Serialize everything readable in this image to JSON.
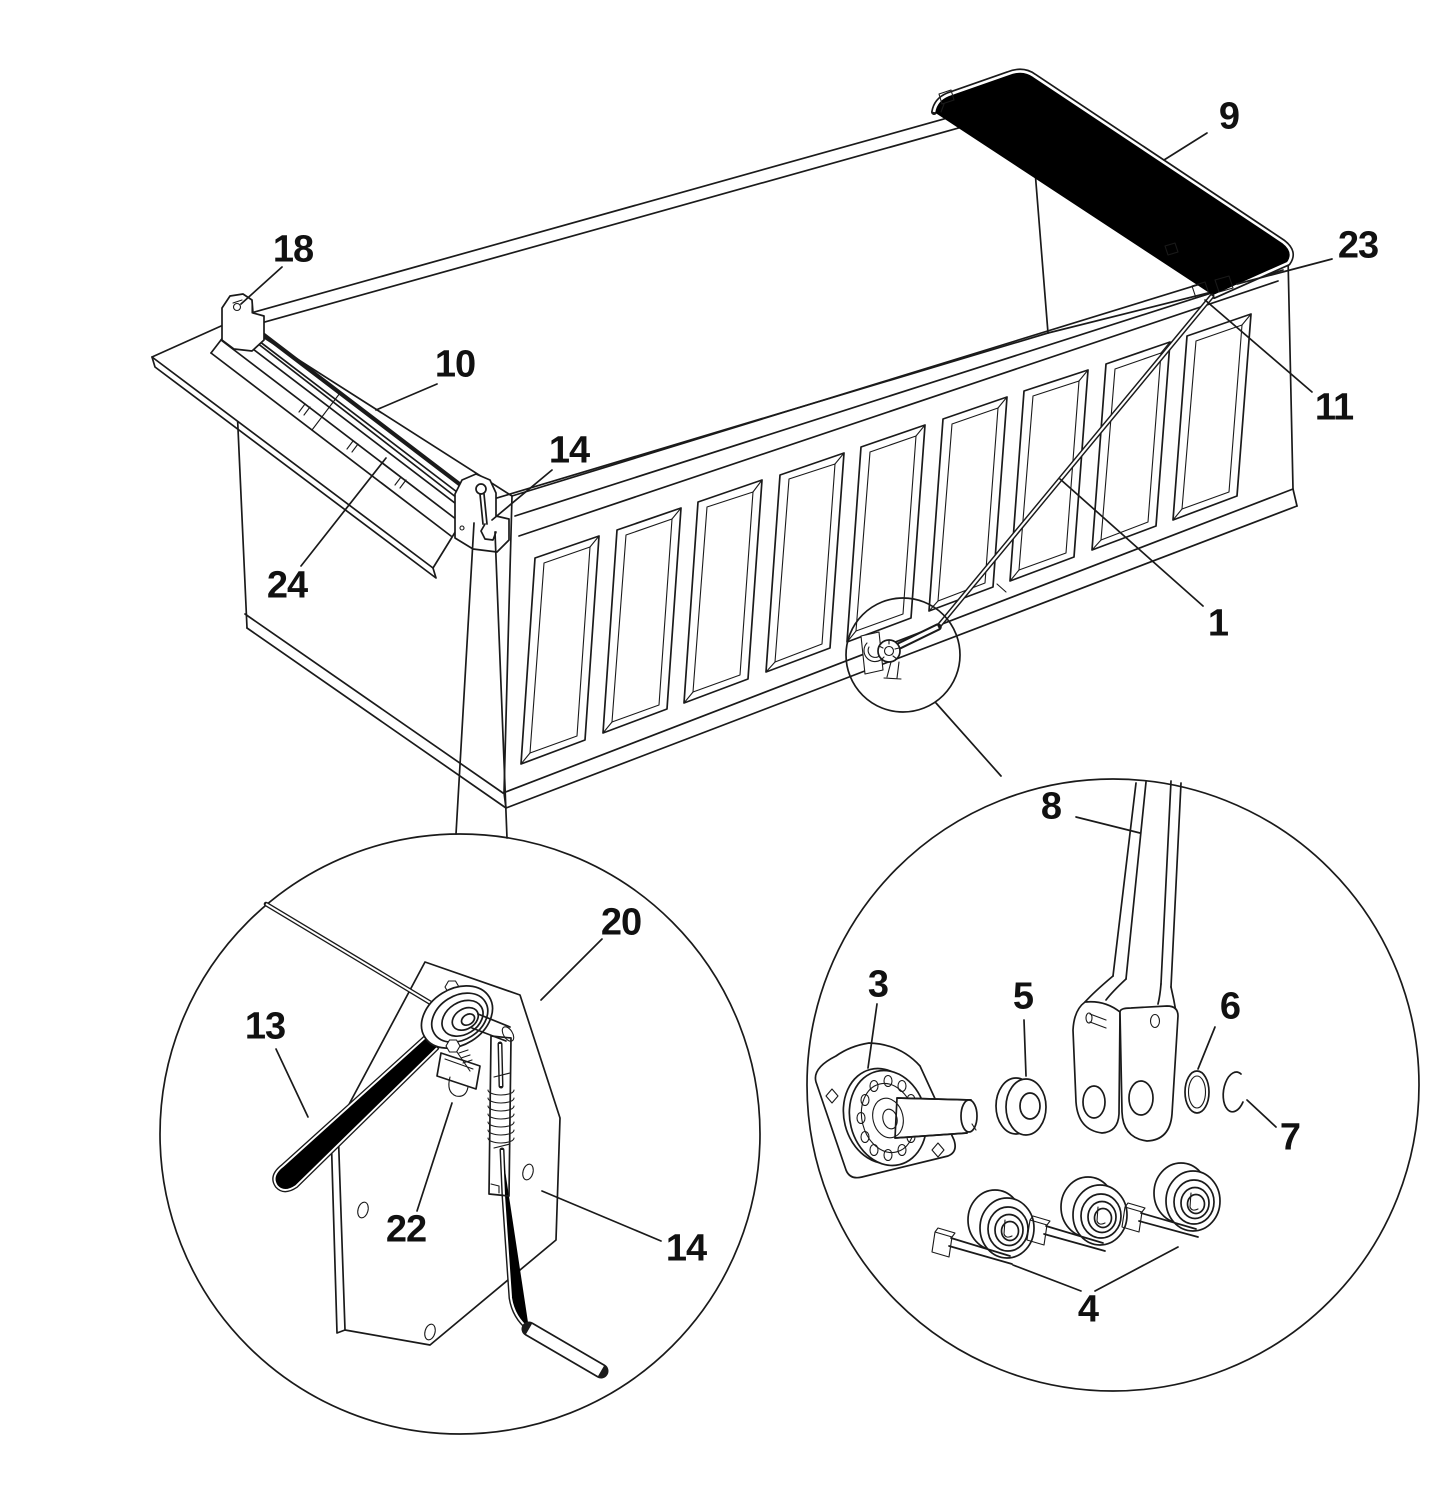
{
  "figure": {
    "background": "#ffffff",
    "line_color": "#1a1a1a",
    "callouts": {
      "c18": "18",
      "c10": "10",
      "c14a": "14",
      "c24": "24",
      "c9": "9",
      "c23": "23",
      "c11": "11",
      "c1": "1",
      "c20": "20",
      "c13": "13",
      "c22": "22",
      "c14b": "14",
      "c8": "8",
      "c3": "3",
      "c5": "5",
      "c6": "6",
      "c7": "7",
      "c4": "4"
    }
  }
}
